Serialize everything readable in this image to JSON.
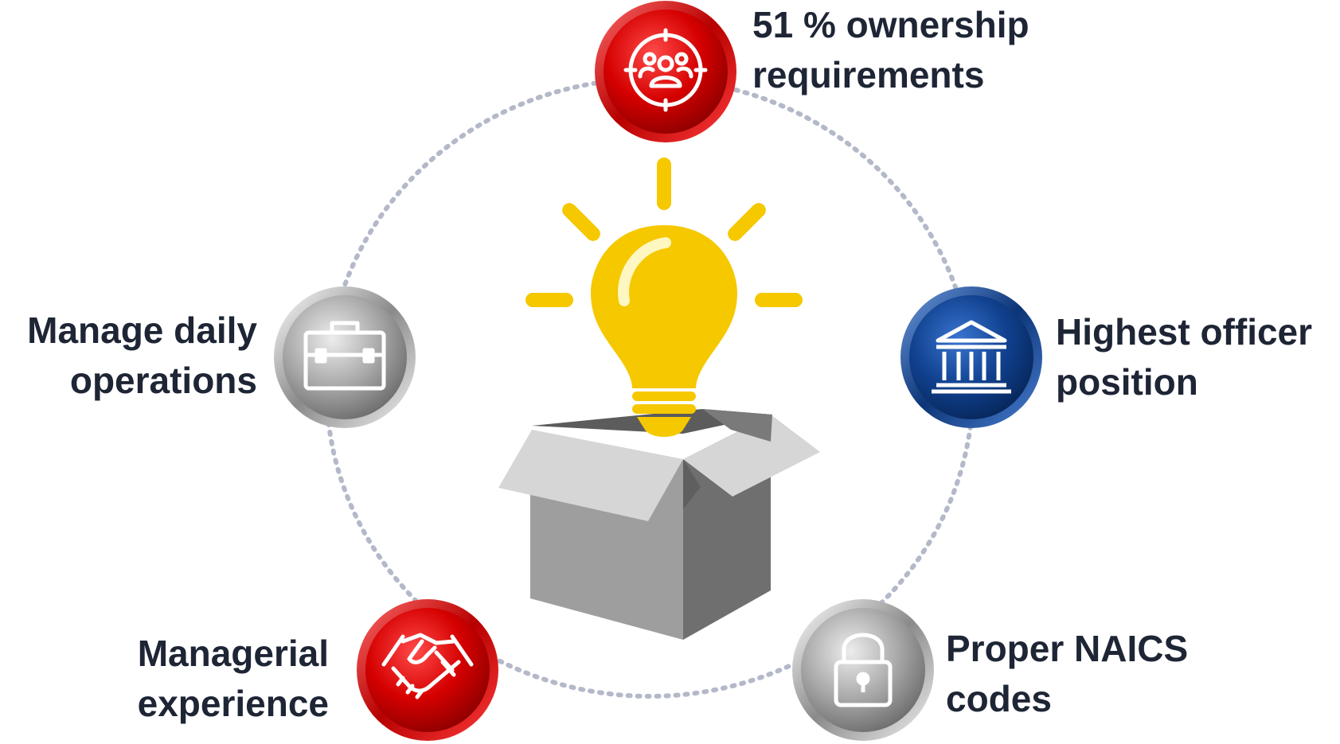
{
  "nodes": [
    {
      "id": "ownership",
      "icon": "team-target-icon",
      "color": "red",
      "label_lines": [
        "51 % ownership",
        "requirements"
      ]
    },
    {
      "id": "officer",
      "icon": "bank-building-icon",
      "color": "blue",
      "label_lines": [
        "Highest officer",
        "position"
      ]
    },
    {
      "id": "naics",
      "icon": "padlock-icon",
      "color": "silver",
      "label_lines": [
        "Proper NAICS",
        "codes"
      ]
    },
    {
      "id": "managerial",
      "icon": "handshake-icon",
      "color": "red",
      "label_lines": [
        "Managerial",
        "experience"
      ]
    },
    {
      "id": "daily",
      "icon": "briefcase-icon",
      "color": "silver",
      "label_lines": [
        "Manage daily",
        "operations"
      ]
    }
  ],
  "center": {
    "icon": "lightbulb-in-box-icon"
  },
  "colors": {
    "red": "#d50000",
    "blue": "#10418f",
    "silver": "#a8a8a8",
    "bulb_yellow": "#f5c800",
    "ring_dots": "#b4b9c9",
    "text": "#1e2535",
    "box_front": "#9e9e9e",
    "box_side": "#6f6f6f",
    "box_flap_light": "#d6d6d6"
  }
}
